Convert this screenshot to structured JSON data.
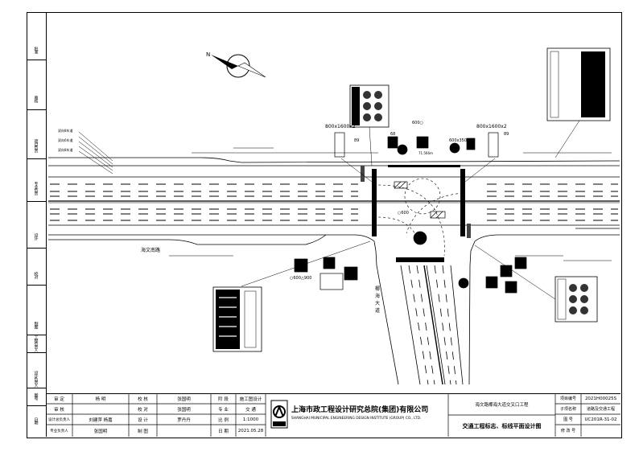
{
  "side_strip": [
    "批准",
    "审核",
    "项目负责",
    "专业负责",
    "设计",
    "校对",
    "制图",
    "工程负责人",
    "设计负责人",
    "图号",
    "日期"
  ],
  "road_labels": {
    "south_road": "海文南路",
    "cross_road": "椰 海 大 道",
    "lane_tags": [
      "双向8车道",
      "双向6车道",
      "双向8车道"
    ]
  },
  "sign_dims": {
    "left": "800x1600x2",
    "right": "800x1600x2",
    "small": "600x350"
  },
  "misc_labels": {
    "n1": "68",
    "n2": "89",
    "n3": "89",
    "o1": "600○",
    "o2": "△900",
    "o3": "○600",
    "o4": "○600",
    "dist": "71.566m"
  },
  "title_block": {
    "row1": {
      "c1": "审 定",
      "c2": "杨 明",
      "c3": "校 核",
      "c4": "张国明",
      "c5": "阶 段",
      "c6": "施工图设计"
    },
    "row2": {
      "c1": "审 核",
      "c2": "",
      "c3": "校 对",
      "c4": "张国明",
      "c5": "专 业",
      "c6": "交 通"
    },
    "row3": {
      "c1": "设计总负责人",
      "c2": "刘建萍 杨嘉",
      "c3": "设 计",
      "c4": "罗丹丹",
      "c5": "比 例",
      "c6": "1:1000"
    },
    "row4": {
      "c1": "专业负责人",
      "c2": "张国明",
      "c3": "制 图",
      "c4": "",
      "c5": "日 期",
      "c6": "2021.05.28"
    },
    "company_cn": "上海市政工程设计研究总院(集团)有限公司",
    "company_en": "SHANGHAI MUNICIPAL ENGINEERING DESIGN INSTITUTE (GROUP) CO., LTD.",
    "project_name": "海文路椰海大道交叉口工程",
    "drawing_title": "交通工程标志、标线平面设计图",
    "project_no_label": "项目编号",
    "project_no": "2021H00025S",
    "subitem_label": "子项名称",
    "subitem": "道路及交通工程",
    "drawing_no_label": "图 号",
    "drawing_no": "UC201R-31-02",
    "version_label": "修 改 号",
    "version": ""
  },
  "colors": {
    "line": "#000000",
    "gray": "#888888",
    "background": "#ffffff"
  }
}
